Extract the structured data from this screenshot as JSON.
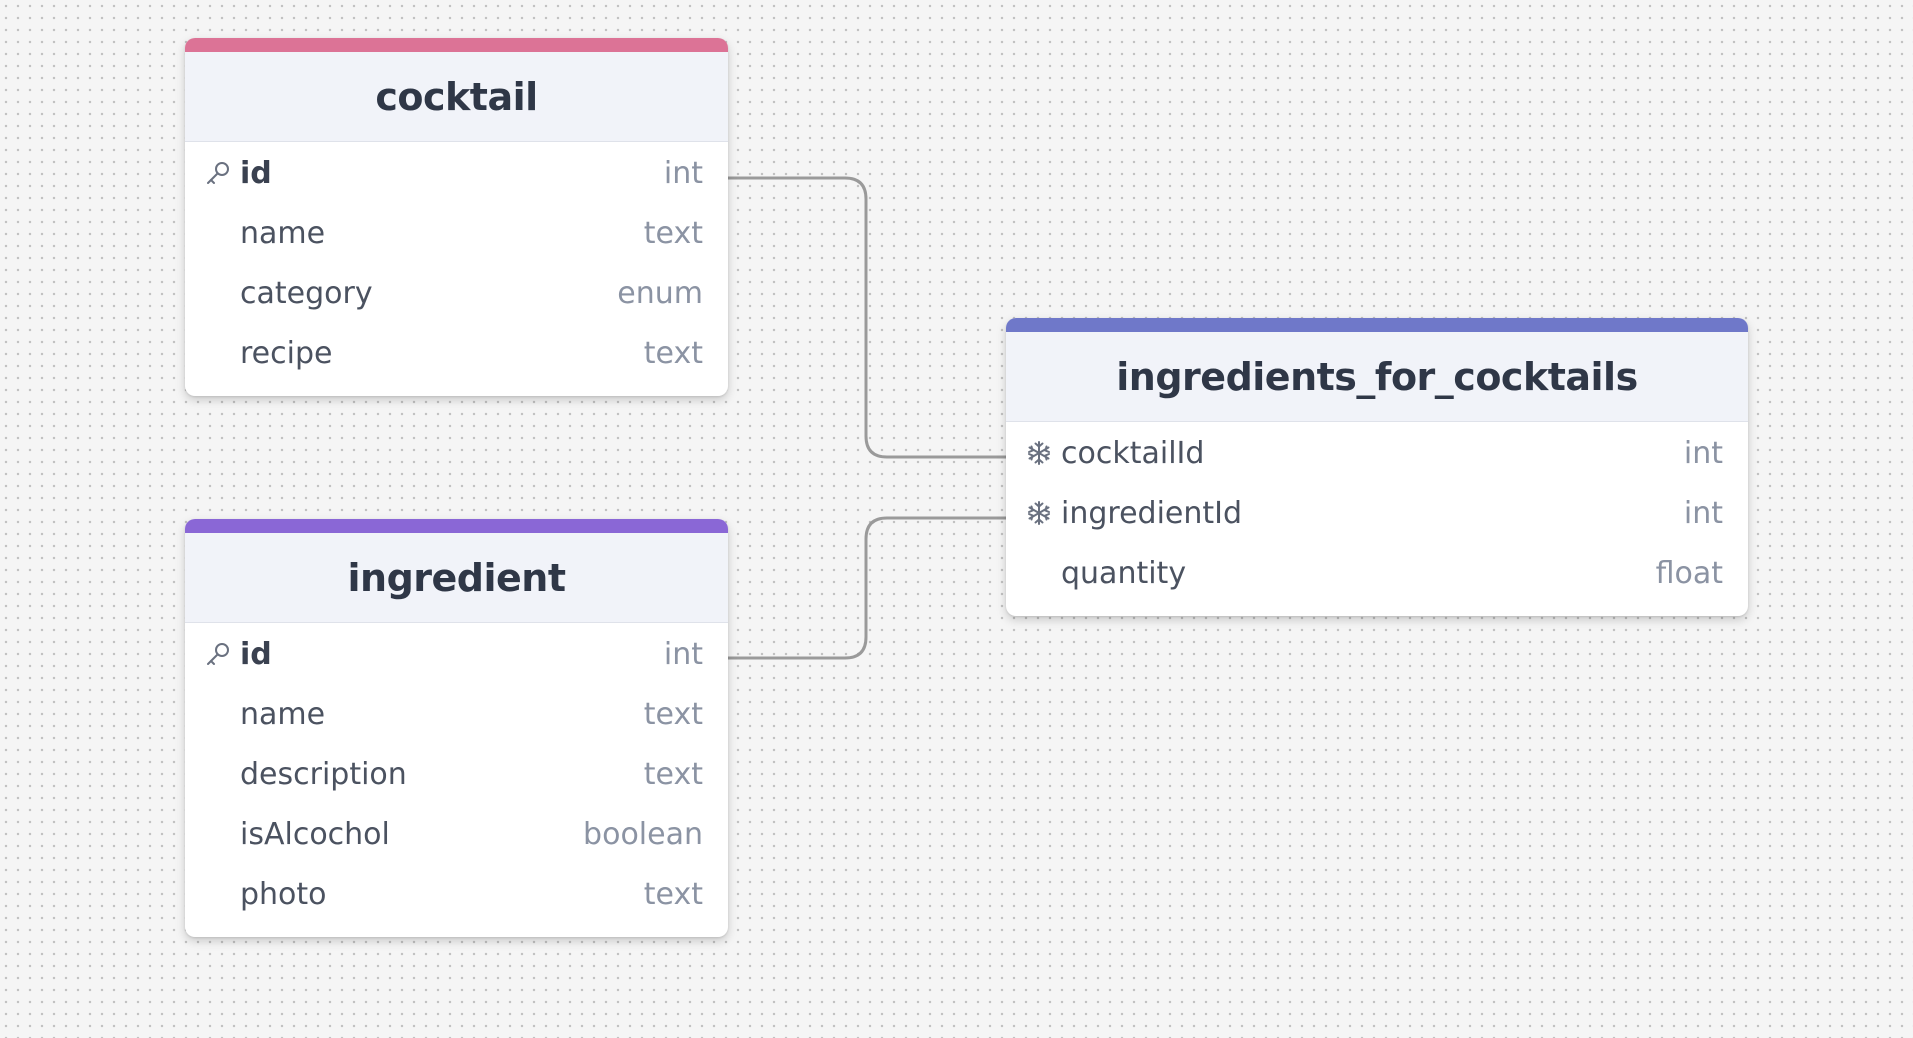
{
  "diagram": {
    "tables": [
      {
        "name": "cocktail",
        "accent_color": "#dc7396",
        "fields": [
          {
            "name": "id",
            "type": "int",
            "icon": "key-icon"
          },
          {
            "name": "name",
            "type": "text"
          },
          {
            "name": "category",
            "type": "enum"
          },
          {
            "name": "recipe",
            "type": "text"
          }
        ]
      },
      {
        "name": "ingredient",
        "accent_color": "#8a67d6",
        "fields": [
          {
            "name": "id",
            "type": "int",
            "icon": "key-icon"
          },
          {
            "name": "name",
            "type": "text"
          },
          {
            "name": "description",
            "type": "text"
          },
          {
            "name": "isAlcochol",
            "type": "boolean"
          },
          {
            "name": "photo",
            "type": "text"
          }
        ]
      },
      {
        "name": "ingredients_for_cocktails",
        "accent_color": "#6f78c9",
        "fields": [
          {
            "name": "cocktailId",
            "type": "int",
            "icon": "snowflake-icon"
          },
          {
            "name": "ingredientId",
            "type": "int",
            "icon": "snowflake-icon"
          },
          {
            "name": "quantity",
            "type": "float"
          }
        ]
      }
    ],
    "relationships": [
      {
        "from": "cocktail.id",
        "to": "ingredients_for_cocktails.cocktailId"
      },
      {
        "from": "ingredient.id",
        "to": "ingredients_for_cocktails.ingredientId"
      }
    ],
    "colors": {
      "connector": "#9a9a9a",
      "background": "#f5f5f5"
    }
  }
}
